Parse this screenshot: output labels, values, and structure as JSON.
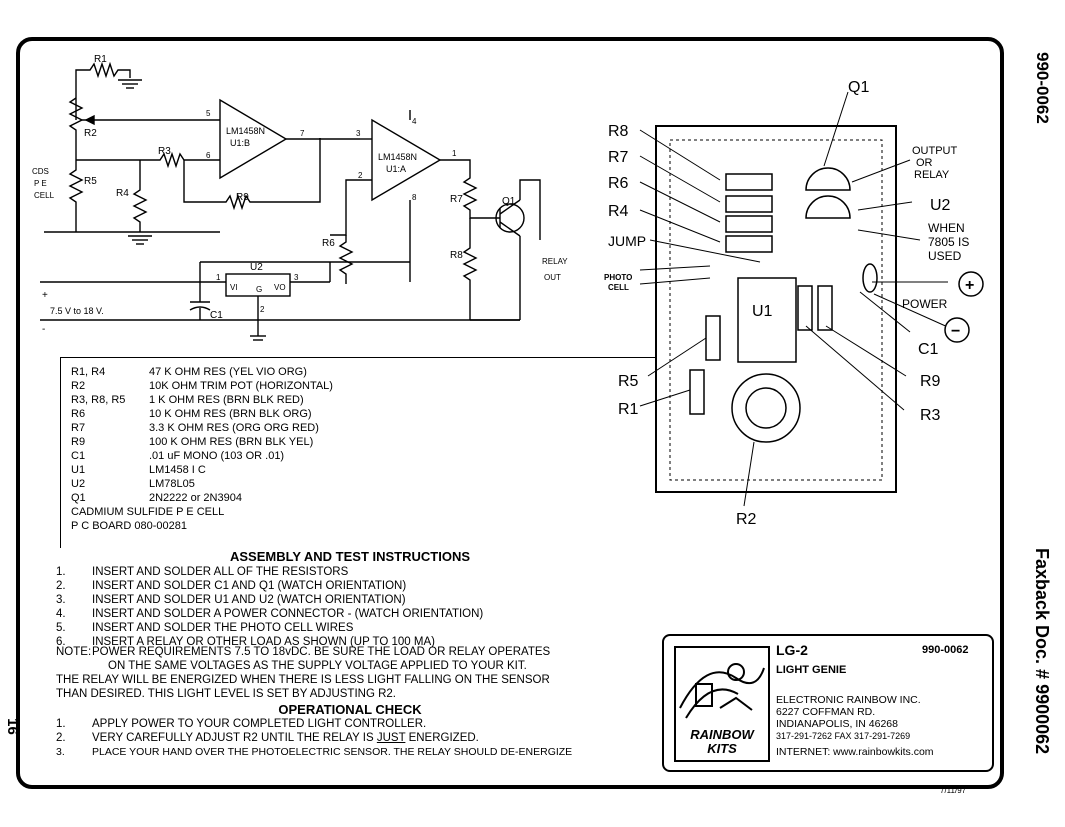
{
  "side": {
    "top_number": "990-0062",
    "faxback": "Faxback Doc. # 9900062",
    "page_number": "16",
    "date": "7/11/97"
  },
  "schematic": {
    "labels": {
      "r1": "R1",
      "r2": "R2",
      "r3": "R3",
      "r4": "R4",
      "r5": "R5",
      "r7": "R7",
      "r8": "R8",
      "r9": "R9",
      "r6": "R6",
      "cds1": "CDS",
      "cds2": "P E",
      "cds3": "CELL",
      "u1b1": "LM1458N",
      "u1b2": "U1:B",
      "u1a1": "LM1458N",
      "u1a2": "U1:A",
      "u2": "U2",
      "vi": "VI",
      "g": "G",
      "vo": "VO",
      "c1": "C1",
      "q1": "Q1",
      "relay1": "RELAY",
      "relay2": "OUT",
      "supply": "7.5 V to 18 V.",
      "plus": "+",
      "minus": "-",
      "pin5": "5",
      "pin6": "6",
      "pin7": "7",
      "pin3": "3",
      "pin2": "2",
      "pin1": "1",
      "pin4": "4",
      "pin8": "8",
      "u2p1": "1",
      "u2p3": "3",
      "u2p2": "2"
    }
  },
  "parts": [
    {
      "ref": "R1, R4",
      "desc": "47 K OHM RES (YEL VIO ORG)"
    },
    {
      "ref": "R2",
      "desc": "10K OHM TRIM POT (HORIZONTAL)"
    },
    {
      "ref": "R3, R8, R5",
      "desc": "1 K OHM RES (BRN BLK RED)"
    },
    {
      "ref": "R6",
      "desc": "10 K OHM RES (BRN BLK ORG)"
    },
    {
      "ref": "R7",
      "desc": "3.3 K OHM RES (ORG ORG RED)"
    },
    {
      "ref": "R9",
      "desc": "100 K OHM RES (BRN BLK YEL)"
    },
    {
      "ref": "C1",
      "desc": ".01 uF MONO (103 OR .01)"
    },
    {
      "ref": "U1",
      "desc": "LM1458 I C"
    },
    {
      "ref": "U2",
      "desc": "LM78L05"
    },
    {
      "ref": "Q1",
      "desc": "2N2222 or 2N3904"
    },
    {
      "ref": "CADMIUM SULFIDE P E CELL",
      "desc": ""
    },
    {
      "ref": "P C  BOARD 080-00281",
      "desc": ""
    }
  ],
  "board": {
    "labels": {
      "q1": "Q1",
      "r8": "R8",
      "r7": "R7",
      "r6": "R6",
      "r4": "R4",
      "jump": "JUMP",
      "photo1": "PHOTO",
      "photo2": "CELL",
      "output1": "OUTPUT",
      "output2": "OR",
      "output3": "RELAY",
      "u2": "U2",
      "when1": "WHEN",
      "when2": "7805 IS",
      "when3": "USED",
      "power": "POWER",
      "u1": "U1",
      "c1": "C1",
      "r5": "R5",
      "r1": "R1",
      "r9": "R9",
      "r3": "R3",
      "r2": "R2",
      "plus": "+",
      "minus": "−"
    }
  },
  "assembly": {
    "title": "ASSEMBLY AND TEST INSTRUCTIONS",
    "steps": [
      {
        "n": "1.",
        "text": "INSERT AND SOLDER ALL OF THE RESISTORS"
      },
      {
        "n": "2.",
        "text": "INSERT AND SOLDER C1 AND Q1 (WATCH ORIENTATION)"
      },
      {
        "n": "3.",
        "text": "INSERT AND SOLDER U1 AND U2 (WATCH ORIENTATION)"
      },
      {
        "n": "4.",
        "text": "INSERT AND SOLDER A POWER CONNECTOR - (WATCH ORIENTATION)"
      },
      {
        "n": "5.",
        "text": "INSERT AND SOLDER THE PHOTO CELL WIRES"
      },
      {
        "n": "6.",
        "text": "INSERT A RELAY OR OTHER LOAD AS SHOWN (UP TO 100 MA)"
      }
    ],
    "note_label": "NOTE:",
    "note1": "POWER REQUIREMENTS 7.5 TO 18vDC.   BE SURE THE LOAD OR RELAY OPERATES",
    "note2": "ON THE SAME VOLTAGES  AS THE SUPPLY VOLTAGE APPLIED TO YOUR KIT.",
    "note3": "THE RELAY WILL BE ENERGIZED WHEN THERE IS LESS LIGHT FALLING ON THE SENSOR",
    "note4": "THAN DESIRED.  THIS LIGHT LEVEL IS SET BY ADJUSTING R2."
  },
  "check": {
    "title": "OPERATIONAL CHECK",
    "s1n": "1.",
    "s1": "APPLY POWER TO YOUR COMPLETED LIGHT CONTROLLER.",
    "s2n": "2.",
    "s2a": "VERY CAREFULLY ADJUST R2 UNTIL THE RELAY IS ",
    "s2b": "JUST",
    "s2c": " ENERGIZED.",
    "s3n": "3.",
    "s3": "PLACE YOUR HAND OVER THE PHOTOELECTRIC SENSOR. THE RELAY SHOULD DE-ENERGIZE"
  },
  "info": {
    "model": "LG-2",
    "code": "990-0062",
    "name": "LIGHT GENIE",
    "company": "ELECTRONIC RAINBOW INC.",
    "address": "6227 COFFMAN RD.",
    "city": "INDIANAPOLIS, IN 46268",
    "phone": "317-291-7262   FAX 317-291-7269",
    "internet": "INTERNET: www.rainbowkits.com",
    "logo1": "RAINBOW",
    "logo2": "KITS"
  }
}
